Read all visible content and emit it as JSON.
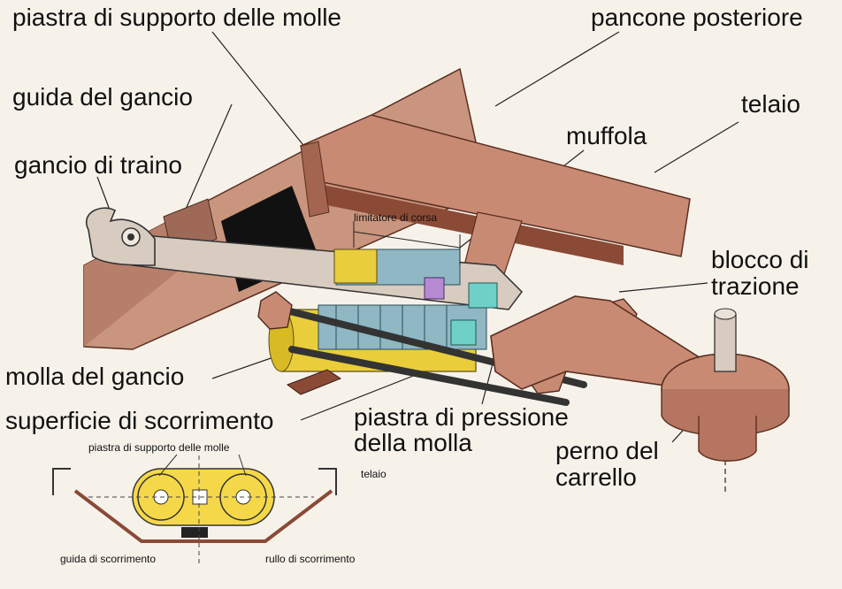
{
  "labels": {
    "spring_support_plate": "piastra di supporto delle molle",
    "rear_buffer_beam": "pancone posteriore",
    "hook_guide": "guida del gancio",
    "frame": "telaio",
    "coupling_sleeve": "muffola",
    "towing_hook": "gancio di traino",
    "stroke_limiter": "limitatore di corsa",
    "traction_block": [
      "blocco di",
      "trazione"
    ],
    "hook_spring": "molla del gancio",
    "sliding_surface": "superficie di scorrimento",
    "spring_pressure_plate": [
      "piastra di pressione",
      "della molla"
    ],
    "bogie_pivot": [
      "perno del",
      "carrello"
    ]
  },
  "inset": {
    "spring_support_plate": "piastra di supporto delle molle",
    "frame": "telaio",
    "sliding_guide": "guida di scorrimento",
    "sliding_roller": "rullo di scorrimento"
  },
  "colors": {
    "frame_rust": "#c98a74",
    "frame_dark": "#8a4a36",
    "buffer_beam": "#c9957e",
    "hook_steel": "#d8cbc0",
    "spring_blue": "#8fb7c4",
    "spring_yellow": "#e9cd3b",
    "cyan": "#6fd0c8",
    "violet": "#b58ad3",
    "inset_yellow": "#f5d84a",
    "background": "#f6f2ea"
  }
}
